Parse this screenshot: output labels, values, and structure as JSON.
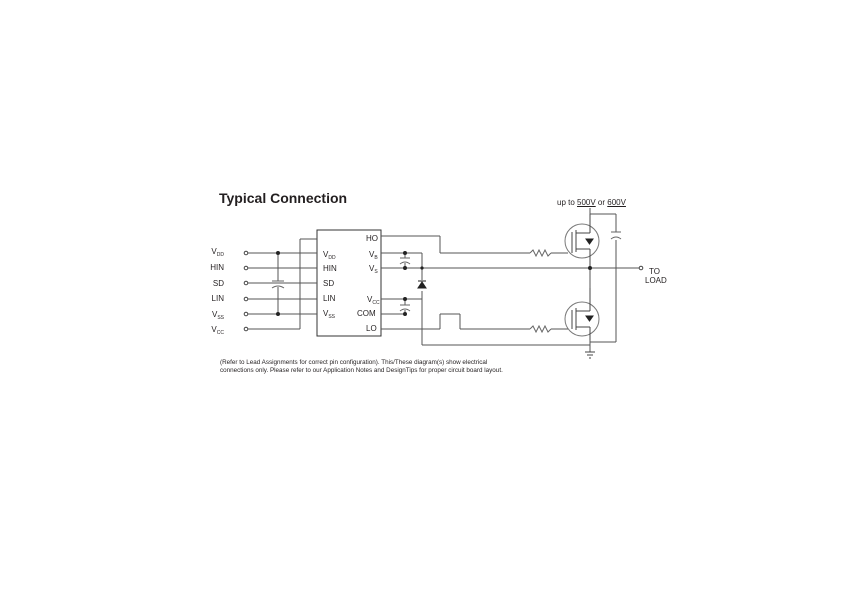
{
  "title": "Typical Connection",
  "supply": {
    "prefix": "up to ",
    "v1": "500V",
    "mid": " or ",
    "v2": "600V"
  },
  "external_pins": [
    {
      "base": "V",
      "sub": "DD"
    },
    {
      "base": "HIN",
      "sub": ""
    },
    {
      "base": "SD",
      "sub": ""
    },
    {
      "base": "LIN",
      "sub": ""
    },
    {
      "base": "V",
      "sub": "SS"
    },
    {
      "base": "V",
      "sub": "CC"
    }
  ],
  "ic_left_pins": [
    {
      "base": "V",
      "sub": "DD"
    },
    {
      "base": "HIN",
      "sub": ""
    },
    {
      "base": "SD",
      "sub": ""
    },
    {
      "base": "LIN",
      "sub": ""
    },
    {
      "base": "V",
      "sub": "SS"
    }
  ],
  "ic_right_pins": [
    {
      "base": "HO",
      "sub": ""
    },
    {
      "base": "V",
      "sub": "B"
    },
    {
      "base": "V",
      "sub": "S"
    },
    {
      "base": "V",
      "sub": "CC"
    },
    {
      "base": "COM",
      "sub": ""
    },
    {
      "base": "LO",
      "sub": ""
    }
  ],
  "load_label": {
    "line1": "TO",
    "line2": "LOAD"
  },
  "note": {
    "line1": "(Refer to Lead Assignments for correct pin configuration). This/These diagram(s) show electrical",
    "line2": "connections only.  Please refer to our Application Notes and DesignTips for proper circuit board layout."
  }
}
